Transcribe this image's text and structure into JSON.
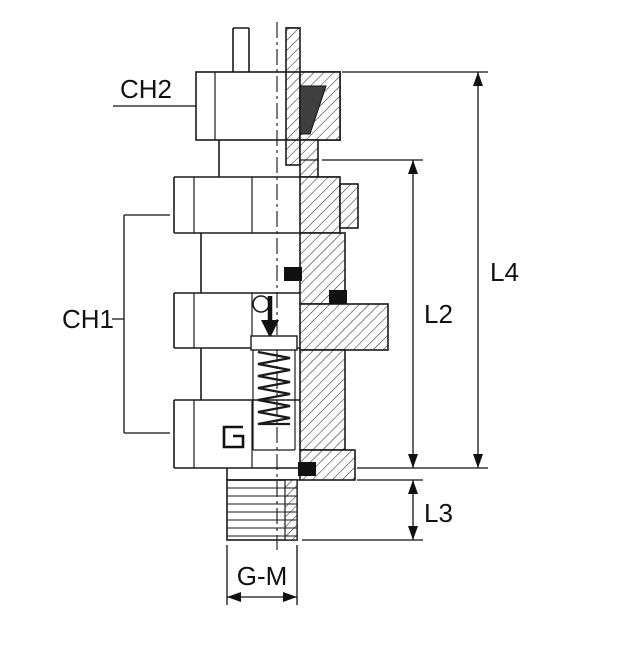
{
  "page": {
    "background": "#ffffff",
    "line_color": "#1a1a1a",
    "seal_color": "#111111",
    "hatch_color": "#2b2b2b"
  },
  "diagram": {
    "type": "engineering-cross-section",
    "subject": "Sectioned bulkhead check-valve tube fitting with top nut, hex body, spring-loaded poppet and threaded stud",
    "labels": {
      "ch2": "CH2",
      "ch1": "CH1",
      "l4": "L4",
      "l2": "L2",
      "l3": "L3",
      "gm": "G-M"
    }
  }
}
